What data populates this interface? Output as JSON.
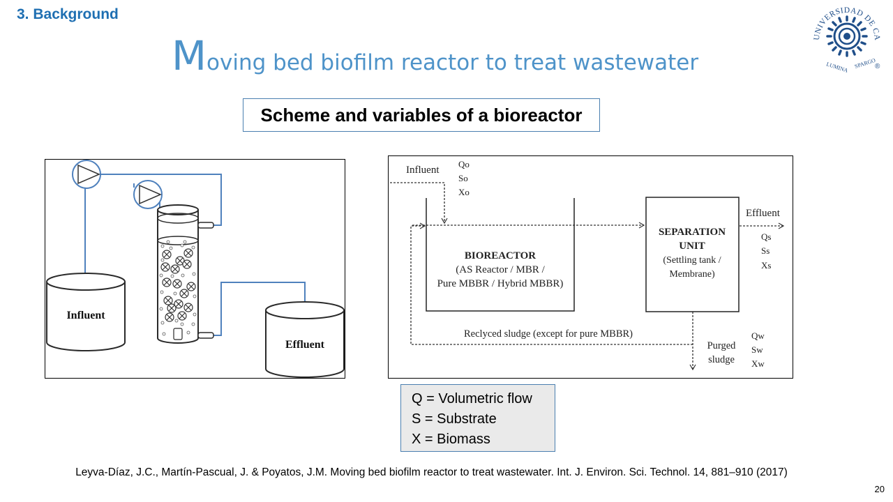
{
  "section": "3. Background",
  "title": {
    "first_letter": "M",
    "rest": "oving bed biofilm reactor to treat wastewater"
  },
  "subtitle": "Scheme and variables of a bioreactor",
  "logo": {
    "text_top": "UNIVERSIDAD DE CALDAS",
    "text_bottom_left": "LUMINA",
    "text_bottom_right": "SPARGO",
    "registered_mark": "®"
  },
  "left_diagram": {
    "influent_label": "Influent",
    "effluent_label": "Effluent",
    "colors": {
      "lines": "#4f81bd",
      "outline": "#2a2a2a"
    }
  },
  "right_diagram": {
    "influent_label": "Influent",
    "influent_vars": [
      "Qo",
      "So",
      "Xo"
    ],
    "bioreactor": {
      "title": "BIOREACTOR",
      "line1": "(AS Reactor / MBR /",
      "line2": "Pure MBBR / Hybrid MBBR)"
    },
    "separation": {
      "title1": "SEPARATION",
      "title2": "UNIT",
      "line1": "(Settling tank /",
      "line2": "Membrane)"
    },
    "effluent_label": "Effluent",
    "effluent_vars": [
      "Qs",
      "Ss",
      "Xs"
    ],
    "recycled_label": "Reclyced sludge (except for pure MBBR)",
    "purged_label1": "Purged",
    "purged_label2": "sludge",
    "purged_vars": [
      "Qw",
      "Sw",
      "Xw"
    ]
  },
  "legend": [
    "Q = Volumetric flow",
    "S = Substrate",
    "X = Biomass"
  ],
  "reference": "Leyva-Díaz, J.C., Martín-Pascual, J. & Poyatos, J.M. Moving bed biofilm reactor to treat wastewater. Int. J. Environ. Sci. Technol. 14, 881–910 (2017)",
  "page_number": "20"
}
